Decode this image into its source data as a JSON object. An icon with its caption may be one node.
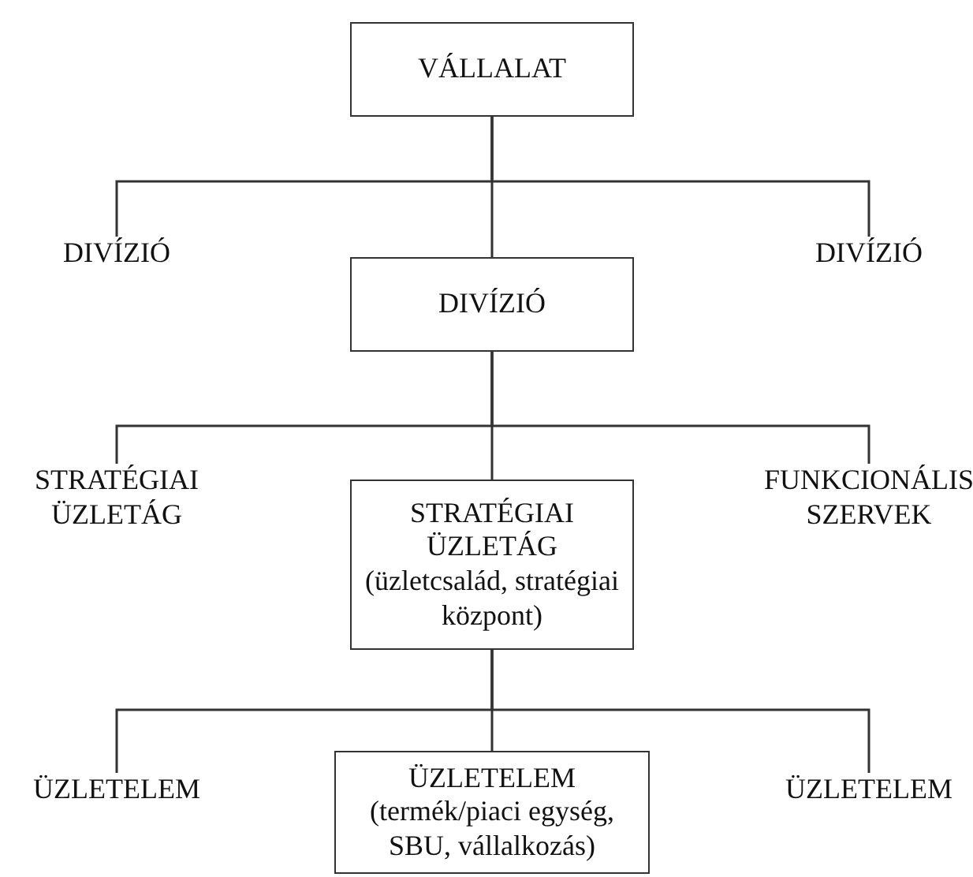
{
  "diagram": {
    "nodes": [
      {
        "text": [
          "VÁLLALAT"
        ]
      },
      {
        "text": [
          "DIVÍZIÓ"
        ]
      },
      {
        "text": [
          "DIVÍZIÓ"
        ]
      },
      {
        "text": [
          "DIVÍZIÓ"
        ]
      },
      {
        "text": [
          "STRATÉGIAI ÜZLETÁG"
        ]
      },
      {
        "text": [
          "STRATÉGIAI ÜZLETÁG",
          "(üzletcsalád, stratégiai központ)"
        ]
      },
      {
        "text": [
          "FUNKCIONÁLIS SZERVEK"
        ]
      },
      {
        "text": [
          "ÜZLETELEM"
        ]
      },
      {
        "text": [
          "ÜZLETELEM",
          "(termék/piaci egység, SBU, vállalkozás)"
        ]
      },
      {
        "text": [
          "ÜZLETELEM"
        ]
      }
    ],
    "edges": [
      {
        "from": 0,
        "to": 1,
        "arrow": "none"
      },
      {
        "from": 0,
        "to": 2,
        "arrow": "none"
      },
      {
        "from": 0,
        "to": 3,
        "arrow": "none"
      },
      {
        "from": 2,
        "to": 4,
        "arrow": "none"
      },
      {
        "from": 2,
        "to": 5,
        "arrow": "none"
      },
      {
        "from": 2,
        "to": 6,
        "arrow": "none"
      },
      {
        "from": 5,
        "to": 7,
        "arrow": "none"
      },
      {
        "from": 5,
        "to": 8,
        "arrow": "none"
      },
      {
        "from": 5,
        "to": 9,
        "arrow": "none"
      }
    ]
  }
}
